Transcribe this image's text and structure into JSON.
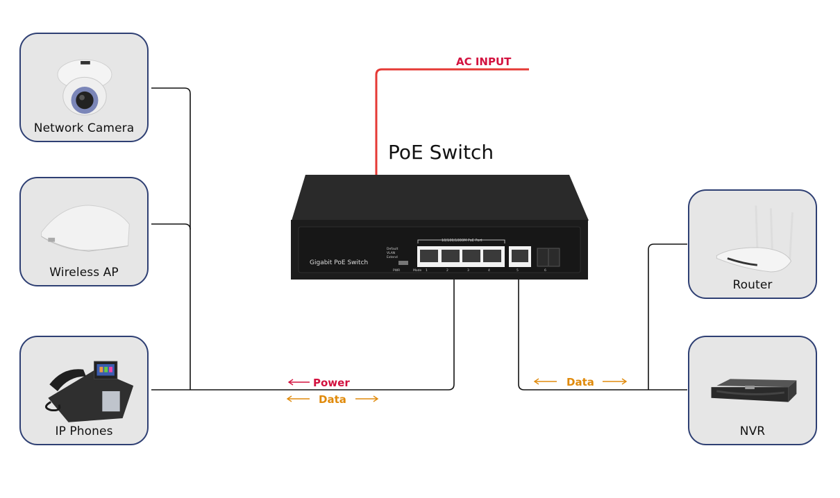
{
  "title": "PoE Switch",
  "colors": {
    "power": "#d3123f",
    "data": "#e08a0b",
    "ac_line": "#e53935",
    "card_border": "#2e3f73",
    "card_fill": "#e6e6e6",
    "wire": "#111111"
  },
  "ac_input": {
    "label": "AC INPUT",
    "icon": "power-cable-icon"
  },
  "switch": {
    "front_label": "Gigabit PoE Switch",
    "port_group_label": "10/100/1000M PoE Port",
    "mode_labels": [
      "Default",
      "VLAN",
      "Extend"
    ],
    "led_labels": [
      "PWR",
      "Mode"
    ],
    "poe_ports": [
      "1",
      "2",
      "3",
      "4"
    ],
    "uplink_port": "5",
    "sfp_port": "6"
  },
  "devices_left": [
    {
      "label": "Network Camera",
      "icon": "dome-camera-icon"
    },
    {
      "label": "Wireless AP",
      "icon": "access-point-icon"
    },
    {
      "label": "IP Phones",
      "icon": "ip-phone-icon"
    }
  ],
  "devices_right": [
    {
      "label": "Router",
      "icon": "router-icon"
    },
    {
      "label": "NVR",
      "icon": "nvr-icon"
    }
  ],
  "flows": {
    "left_power": {
      "label": "Power",
      "direction": "left"
    },
    "left_data": {
      "label": "Data",
      "direction": "both"
    },
    "right_data": {
      "label": "Data",
      "direction": "both"
    }
  }
}
